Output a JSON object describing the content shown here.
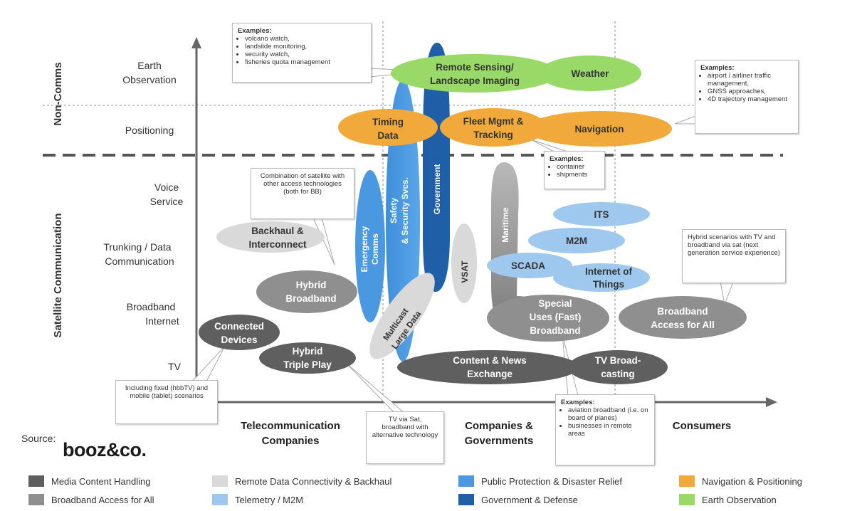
{
  "y_axis": {
    "section_top": "Non-Comms",
    "section_bottom": "Satellite Communication",
    "rows": [
      {
        "key": "earth",
        "line1": "Earth",
        "line2": "Observation"
      },
      {
        "key": "positioning",
        "line1": "Positioning",
        "line2": ""
      },
      {
        "key": "voice",
        "line1": "Voice",
        "line2": "Service"
      },
      {
        "key": "trunking",
        "line1": "Trunking / Data",
        "line2": "Communication"
      },
      {
        "key": "broadband",
        "line1": "Broadband",
        "line2": "Internet"
      },
      {
        "key": "tv",
        "line1": "TV",
        "line2": ""
      }
    ]
  },
  "x_axis": {
    "groups": [
      {
        "line1": "Telecommunication",
        "line2": "Companies"
      },
      {
        "line1": "Companies &",
        "line2": "Governments"
      },
      {
        "line1": "Consumers",
        "line2": ""
      }
    ]
  },
  "bubbles": [
    {
      "key": "remote-sensing",
      "line1": "Remote Sensing/",
      "line2": "Landscape Imaging",
      "category": "earth-observation"
    },
    {
      "key": "weather",
      "line1": "Weather",
      "line2": "",
      "category": "earth-observation"
    },
    {
      "key": "timing",
      "line1": "Timing",
      "line2": "Data",
      "category": "navigation"
    },
    {
      "key": "fleet",
      "line1": "Fleet Mgmt &",
      "line2": "Tracking",
      "category": "navigation"
    },
    {
      "key": "navigation",
      "line1": "Navigation",
      "line2": "",
      "category": "navigation"
    },
    {
      "key": "emergency",
      "line1": "Emergency",
      "line2": "Comms",
      "category": "public-protection"
    },
    {
      "key": "safety",
      "line1": "Safety",
      "line2": "& Security Svcs.",
      "category": "public-protection"
    },
    {
      "key": "government",
      "line1": "Government",
      "line2": "",
      "category": "government"
    },
    {
      "key": "maritime",
      "line1": "Maritime",
      "line2": "",
      "category": "broadband"
    },
    {
      "key": "vsat",
      "line1": "VSAT",
      "line2": "",
      "category": "remote-data"
    },
    {
      "key": "its",
      "line1": "ITS",
      "line2": "",
      "category": "telemetry"
    },
    {
      "key": "m2m",
      "line1": "M2M",
      "line2": "",
      "category": "telemetry"
    },
    {
      "key": "scada",
      "line1": "SCADA",
      "line2": "",
      "category": "telemetry"
    },
    {
      "key": "iot",
      "line1": "Internet of",
      "line2": "Things",
      "category": "telemetry"
    },
    {
      "key": "backhaul",
      "line1": "Backhaul &",
      "line2": "Interconnect",
      "category": "remote-data"
    },
    {
      "key": "hybrid-bb",
      "line1": "Hybrid",
      "line2": "Broadband",
      "category": "broadband"
    },
    {
      "key": "multicast",
      "line1": "Multicast",
      "line2": "Large Data",
      "category": "remote-data"
    },
    {
      "key": "special",
      "line1": "Special",
      "line2": "Uses (Fast)",
      "line3": "Broadband",
      "category": "broadband"
    },
    {
      "key": "bb-all",
      "line1": "Broadband",
      "line2": "Access for All",
      "category": "broadband"
    },
    {
      "key": "connected",
      "line1": "Connected",
      "line2": "Devices",
      "category": "media"
    },
    {
      "key": "hybrid-tp",
      "line1": "Hybrid",
      "line2": "Triple Play",
      "category": "media"
    },
    {
      "key": "content",
      "line1": "Content & News",
      "line2": "Exchange",
      "category": "media"
    },
    {
      "key": "tv-broad",
      "line1": "TV Broad-",
      "line2": "casting",
      "category": "media"
    }
  ],
  "callouts": {
    "earth": {
      "title": "Examples:",
      "items": [
        "volcano watch,",
        "landslide monitoring,",
        "security watch,",
        "fisheries quota management"
      ]
    },
    "navigation": {
      "title": "Examples:",
      "items": [
        "airport / airliner traffic management,",
        "GNSS approaches,",
        "4D trajectory management"
      ]
    },
    "fleet": {
      "title": "Examples:",
      "items": [
        "container",
        "shipments"
      ]
    },
    "combination": {
      "text": "Combination of satellite with other access technologies (both for BB)"
    },
    "hybrid-scenarios": {
      "text": "Hybrid scenarios with TV and broadband via sat (next generation service experience)"
    },
    "fixed": {
      "text": "Including fixed (hbbTV) and mobile (tablet) scenarios"
    },
    "tv-sat": {
      "text": "TV via Sat, broadband with alternative technology"
    },
    "aviation": {
      "title": "Examples:",
      "items": [
        "aviation broadband (i.e. on board of planes)",
        "businesses in remote areas"
      ]
    }
  },
  "source": {
    "label": "Source:",
    "logo": "booz&co."
  },
  "legend": [
    {
      "label": "Media Content Handling",
      "color": "#5f5f5f"
    },
    {
      "label": "Broadband Access for All",
      "color": "#8f8f8f"
    },
    {
      "label": "Remote Data Connectivity & Backhaul",
      "color": "#d9d9d9"
    },
    {
      "label": "Telemetry / M2M",
      "color": "#9ec8ee"
    },
    {
      "label": "Public Protection & Disaster Relief",
      "color": "#4a98e0"
    },
    {
      "label": "Government & Defense",
      "color": "#1f5fa8"
    },
    {
      "label": "Navigation & Positioning",
      "color": "#f2a93b"
    },
    {
      "label": "Earth Observation",
      "color": "#98d967"
    }
  ],
  "colors": {
    "media": "#5f5f5f",
    "broadband": "#8f8f8f",
    "remote-data": "#d9d9d9",
    "telemetry": "#9ec8ee",
    "public-protection": "#4a98e0",
    "government": "#1f5fa8",
    "navigation": "#f2a93b",
    "earth-observation": "#98d967"
  }
}
